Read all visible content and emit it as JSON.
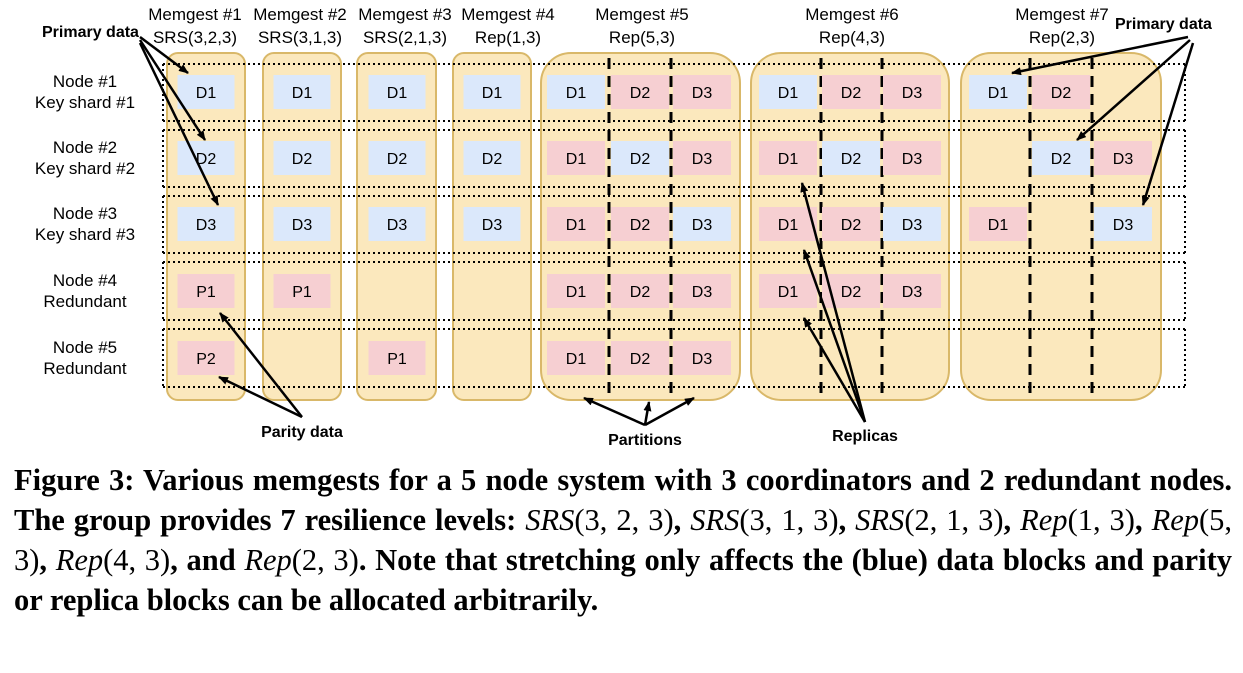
{
  "figure": {
    "columns": [
      {
        "title": "Memgest #1",
        "subtitle": "SRS(3,2,3)"
      },
      {
        "title": "Memgest #2",
        "subtitle": "SRS(3,1,3)"
      },
      {
        "title": "Memgest #3",
        "subtitle": "SRS(2,1,3)"
      },
      {
        "title": "Memgest #4",
        "subtitle": "Rep(1,3)"
      },
      {
        "title": "Memgest #5",
        "subtitle": "Rep(5,3)"
      },
      {
        "title": "Memgest #6",
        "subtitle": "Rep(4,3)"
      },
      {
        "title": "Memgest #7",
        "subtitle": "Rep(2,3)"
      }
    ],
    "rows": [
      {
        "line1": "Node #1",
        "line2": "Key shard #1"
      },
      {
        "line1": "Node #2",
        "line2": "Key shard #2"
      },
      {
        "line1": "Node #3",
        "line2": "Key shard #3"
      },
      {
        "line1": "Node #4",
        "line2": "Redundant"
      },
      {
        "line1": "Node #5",
        "line2": "Redundant"
      }
    ],
    "colors": {
      "panel": "#fbe8bd",
      "panel_border": "#d9b869",
      "data": "#dbe8fb",
      "replica": "#f6cfd2"
    },
    "labels": {
      "primary_left": "Primary data",
      "primary_right": "Primary data",
      "parity": "Parity data",
      "partitions": "Partitions",
      "replicas": "Replicas"
    },
    "blocks": [
      {
        "col": 0,
        "row": 0,
        "text": "D1",
        "kind": "data"
      },
      {
        "col": 0,
        "row": 1,
        "text": "D2",
        "kind": "data"
      },
      {
        "col": 0,
        "row": 2,
        "text": "D3",
        "kind": "data"
      },
      {
        "col": 0,
        "row": 3,
        "text": "P1",
        "kind": "red"
      },
      {
        "col": 0,
        "row": 4,
        "text": "P2",
        "kind": "red"
      },
      {
        "col": 1,
        "row": 0,
        "text": "D1",
        "kind": "data"
      },
      {
        "col": 1,
        "row": 1,
        "text": "D2",
        "kind": "data"
      },
      {
        "col": 1,
        "row": 2,
        "text": "D3",
        "kind": "data"
      },
      {
        "col": 1,
        "row": 3,
        "text": "P1",
        "kind": "red"
      },
      {
        "col": 2,
        "row": 0,
        "text": "D1",
        "kind": "data"
      },
      {
        "col": 2,
        "row": 1,
        "text": "D2",
        "kind": "data"
      },
      {
        "col": 2,
        "row": 2,
        "text": "D3",
        "kind": "data"
      },
      {
        "col": 2,
        "row": 4,
        "text": "P1",
        "kind": "red"
      },
      {
        "col": 3,
        "row": 0,
        "text": "D1",
        "kind": "data"
      },
      {
        "col": 3,
        "row": 1,
        "text": "D2",
        "kind": "data"
      },
      {
        "col": 3,
        "row": 2,
        "text": "D3",
        "kind": "data"
      },
      {
        "col": 4,
        "row": 0,
        "sub": 0,
        "text": "D1",
        "kind": "data"
      },
      {
        "col": 4,
        "row": 0,
        "sub": 1,
        "text": "D2",
        "kind": "red"
      },
      {
        "col": 4,
        "row": 0,
        "sub": 2,
        "text": "D3",
        "kind": "red"
      },
      {
        "col": 4,
        "row": 1,
        "sub": 0,
        "text": "D1",
        "kind": "red"
      },
      {
        "col": 4,
        "row": 1,
        "sub": 1,
        "text": "D2",
        "kind": "data"
      },
      {
        "col": 4,
        "row": 1,
        "sub": 2,
        "text": "D3",
        "kind": "red"
      },
      {
        "col": 4,
        "row": 2,
        "sub": 0,
        "text": "D1",
        "kind": "red"
      },
      {
        "col": 4,
        "row": 2,
        "sub": 1,
        "text": "D2",
        "kind": "red"
      },
      {
        "col": 4,
        "row": 2,
        "sub": 2,
        "text": "D3",
        "kind": "data"
      },
      {
        "col": 4,
        "row": 3,
        "sub": 0,
        "text": "D1",
        "kind": "red"
      },
      {
        "col": 4,
        "row": 3,
        "sub": 1,
        "text": "D2",
        "kind": "red"
      },
      {
        "col": 4,
        "row": 3,
        "sub": 2,
        "text": "D3",
        "kind": "red"
      },
      {
        "col": 4,
        "row": 4,
        "sub": 0,
        "text": "D1",
        "kind": "red"
      },
      {
        "col": 4,
        "row": 4,
        "sub": 1,
        "text": "D2",
        "kind": "red"
      },
      {
        "col": 4,
        "row": 4,
        "sub": 2,
        "text": "D3",
        "kind": "red"
      },
      {
        "col": 5,
        "row": 0,
        "sub": 0,
        "text": "D1",
        "kind": "data"
      },
      {
        "col": 5,
        "row": 0,
        "sub": 1,
        "text": "D2",
        "kind": "red"
      },
      {
        "col": 5,
        "row": 0,
        "sub": 2,
        "text": "D3",
        "kind": "red"
      },
      {
        "col": 5,
        "row": 1,
        "sub": 0,
        "text": "D1",
        "kind": "red"
      },
      {
        "col": 5,
        "row": 1,
        "sub": 1,
        "text": "D2",
        "kind": "data"
      },
      {
        "col": 5,
        "row": 1,
        "sub": 2,
        "text": "D3",
        "kind": "red"
      },
      {
        "col": 5,
        "row": 2,
        "sub": 0,
        "text": "D1",
        "kind": "red"
      },
      {
        "col": 5,
        "row": 2,
        "sub": 1,
        "text": "D2",
        "kind": "red"
      },
      {
        "col": 5,
        "row": 2,
        "sub": 2,
        "text": "D3",
        "kind": "data"
      },
      {
        "col": 5,
        "row": 3,
        "sub": 0,
        "text": "D1",
        "kind": "red"
      },
      {
        "col": 5,
        "row": 3,
        "sub": 1,
        "text": "D2",
        "kind": "red"
      },
      {
        "col": 5,
        "row": 3,
        "sub": 2,
        "text": "D3",
        "kind": "red"
      },
      {
        "col": 6,
        "row": 0,
        "sub": 0,
        "text": "D1",
        "kind": "data"
      },
      {
        "col": 6,
        "row": 0,
        "sub": 1,
        "text": "D2",
        "kind": "red"
      },
      {
        "col": 6,
        "row": 1,
        "sub": 1,
        "text": "D2",
        "kind": "data"
      },
      {
        "col": 6,
        "row": 1,
        "sub": 2,
        "text": "D3",
        "kind": "red"
      },
      {
        "col": 6,
        "row": 2,
        "sub": 0,
        "text": "D1",
        "kind": "red"
      },
      {
        "col": 6,
        "row": 2,
        "sub": 2,
        "text": "D3",
        "kind": "data"
      }
    ]
  },
  "caption": {
    "lead": "Figure 3: Various memgests for a 5 node system with 3 coordinators and 2 redundant nodes. The group provides 7 resilience levels: ",
    "levels": [
      {
        "fn": "SRS",
        "args": "(3, 2, 3)"
      },
      {
        "fn": "SRS",
        "args": "(3, 1, 3)"
      },
      {
        "fn": "SRS",
        "args": "(2, 1, 3)"
      },
      {
        "fn": "Rep",
        "args": "(1, 3)"
      },
      {
        "fn": "Rep",
        "args": "(5, 3)"
      },
      {
        "fn": "Rep",
        "args": "(4, 3)"
      },
      {
        "fn": "Rep",
        "args": "(2, 3)"
      }
    ],
    "sep": ", ",
    "and": ", and ",
    "tail": ". Note that stretching only affects the (blue) data blocks and parity or replica blocks can be allocated arbitrarily."
  }
}
